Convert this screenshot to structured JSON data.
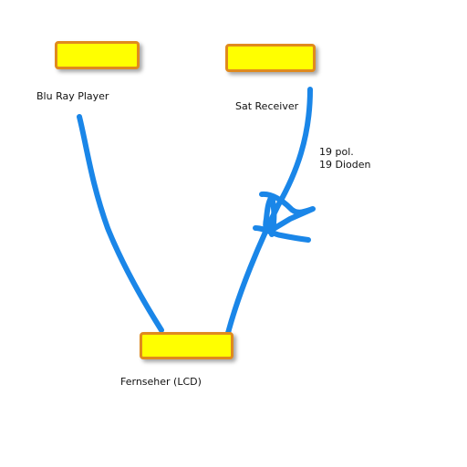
{
  "diagram": {
    "devices": {
      "bluray": {
        "label": "Blu Ray Player"
      },
      "sat": {
        "label": "Sat Receiver"
      },
      "tv": {
        "label": "Fernseher (LCD)"
      }
    },
    "annotation": {
      "line1": "19 pol.",
      "line2": "19 Dioden"
    },
    "colors": {
      "box_fill": "#ffff00",
      "box_border": "#e08a1e",
      "cable": "#1a86e8"
    }
  }
}
